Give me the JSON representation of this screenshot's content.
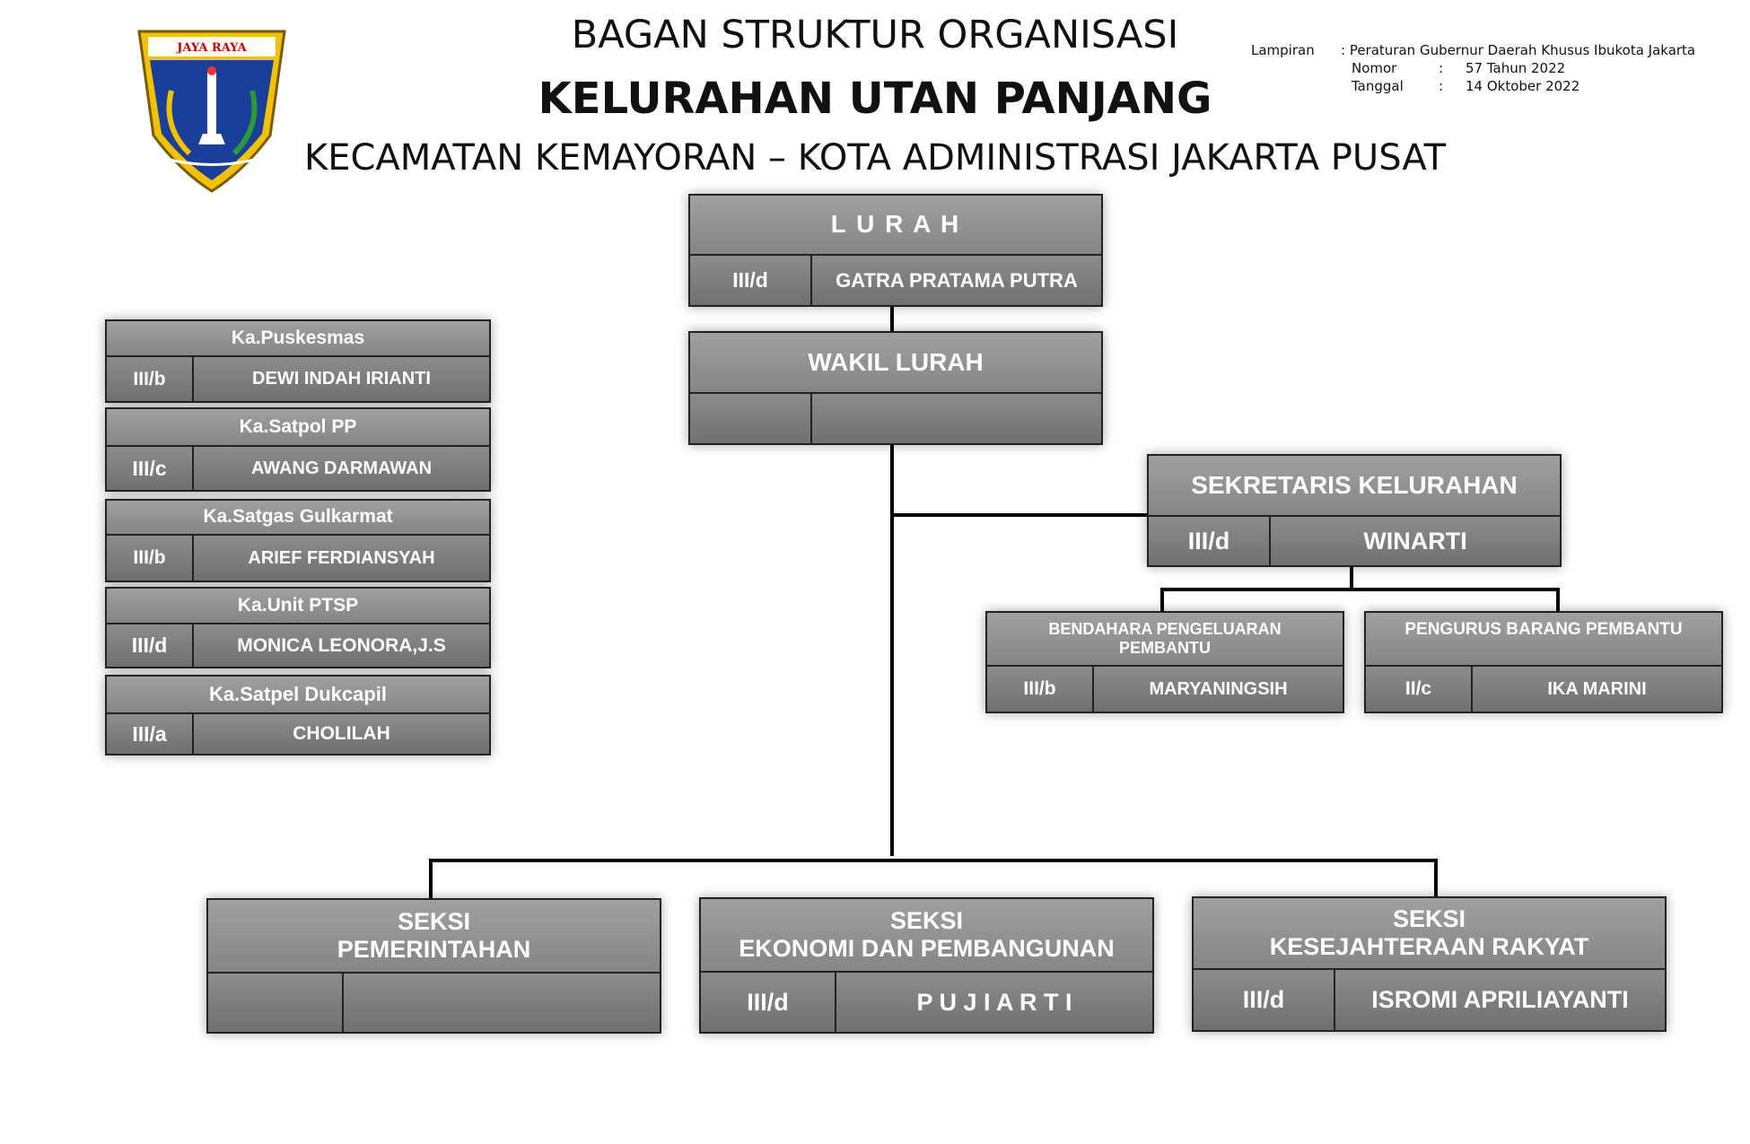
{
  "header": {
    "title": "BAGAN STRUKTUR ORGANISASI",
    "subtitle": "KELURAHAN UTAN PANJANG",
    "district": "KECAMATAN KEMAYORAN – KOTA ADMINISTRASI JAKARTA PUSAT",
    "logo_text": "JAYA RAYA"
  },
  "attachment": {
    "label": "Lampiran",
    "value": ": Peraturan Gubernur Daerah Khusus Ibukota Jakarta",
    "nomor_label": "Nomor",
    "nomor_value": "57 Tahun 2022",
    "tanggal_label": "Tanggal",
    "tanggal_value": "14 Oktober 2022",
    "sep": ":"
  },
  "lurah": {
    "title": "L U R A H",
    "rank": "III/d",
    "name": "GATRA PRATAMA PUTRA"
  },
  "wakil": {
    "title": "WAKIL LURAH",
    "rank": "",
    "name": ""
  },
  "sekretaris": {
    "title": "SEKRETARIS KELURAHAN",
    "rank": "III/d",
    "name": "WINARTI"
  },
  "bendahara": {
    "title": "BENDAHARA PENGELUARAN PEMBANTU",
    "rank": "III/b",
    "name": "MARYANINGSIH"
  },
  "pengurus": {
    "title": "PENGURUS BARANG PEMBANTU",
    "rank": "II/c",
    "name": "IKA MARINI"
  },
  "units": [
    {
      "title": "Ka.Puskesmas",
      "rank": "III/b",
      "name": "DEWI INDAH IRIANTI"
    },
    {
      "title": "Ka.Satpol PP",
      "rank": "III/c",
      "name": "AWANG DARMAWAN"
    },
    {
      "title": "Ka.Satgas Gulkarmat",
      "rank": "III/b",
      "name": "ARIEF FERDIANSYAH"
    },
    {
      "title": "Ka.Unit PTSP",
      "rank": "III/d",
      "name": "MONICA LEONORA,J.S"
    },
    {
      "title": "Ka.Satpel Dukcapil",
      "rank": "III/a",
      "name": "CHOLILAH"
    }
  ],
  "sections": [
    {
      "title1": "SEKSI",
      "title2": "PEMERINTAHAN",
      "rank": "",
      "name": ""
    },
    {
      "title1": "SEKSI",
      "title2": "EKONOMI DAN PEMBANGUNAN",
      "rank": "III/d",
      "name": "P U J I A R T I"
    },
    {
      "title1": "SEKSI",
      "title2": "KESEJAHTERAAN RAKYAT",
      "rank": "III/d",
      "name": "ISROMI APRILIAYANTI"
    }
  ]
}
